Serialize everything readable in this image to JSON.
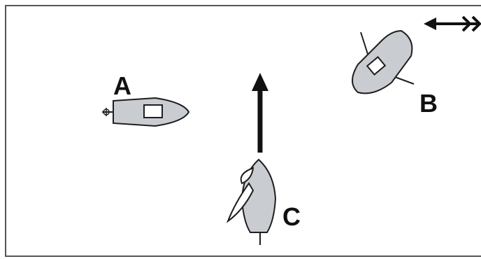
{
  "diagram": {
    "boats": [
      {
        "id": "a",
        "label": "A",
        "kind": "motorboat"
      },
      {
        "id": "b",
        "label": "B",
        "kind": "boat-with-oars"
      },
      {
        "id": "c",
        "label": "C",
        "kind": "sailboat"
      }
    ],
    "arrows": [
      {
        "id": "motion-arrow",
        "direction": "up"
      },
      {
        "id": "wind-arrow",
        "direction": "left"
      }
    ]
  },
  "colors": {
    "hull_fill": "#c9ccd0",
    "outline": "#1e1e1e",
    "arrow": "#111111",
    "frame": "#555555",
    "background": "#ffffff"
  }
}
